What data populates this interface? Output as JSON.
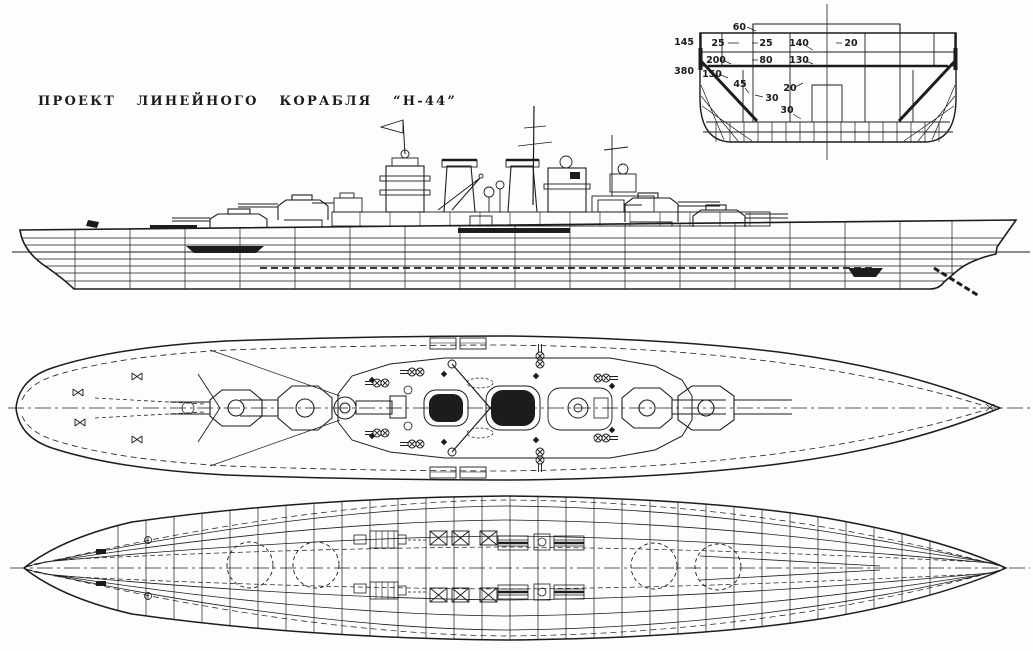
{
  "page": {
    "title": "ПРОЕКТ ЛИНЕЙНОГО КОРАБЛЯ “Н-44”"
  },
  "palette": {
    "ink": "#1c1c1c",
    "paper": "#fdfdfb"
  },
  "cross_section": {
    "labels": {
      "deckhouse_top": "60",
      "upper_belt": "145",
      "main_belt": "380",
      "upper_deck_side": "25",
      "upper_deck_inner": "25",
      "upper_deck_centre": "140",
      "upper_deck_outer": "20",
      "belt_backing": "200",
      "armour_deck_flat": "80",
      "armour_deck_outer": "130",
      "belt_slope": "150",
      "torpedo_bulkhead": "45",
      "splinter_deck": "20",
      "longitudinal_bulkhead": "30",
      "inner_bottom": "30"
    }
  }
}
